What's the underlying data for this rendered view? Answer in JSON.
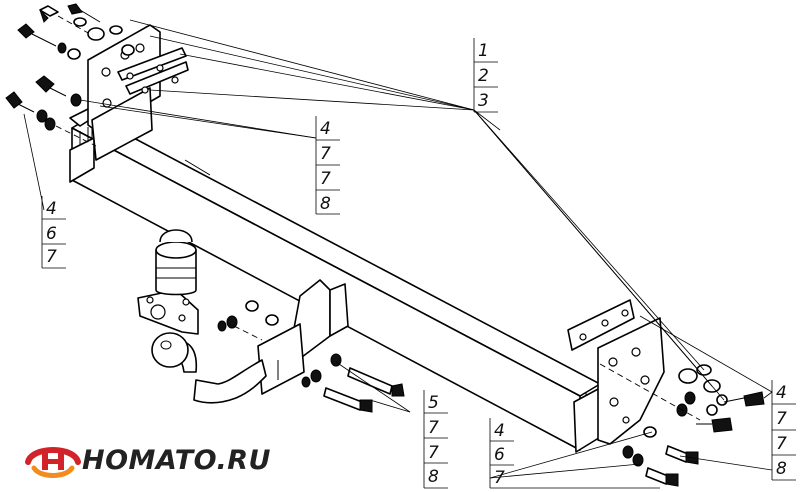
{
  "callouts": {
    "top_right": [
      "1",
      "2",
      "3"
    ],
    "center": [
      "4",
      "7",
      "7",
      "8"
    ],
    "left": [
      "4",
      "6",
      "7"
    ],
    "hitch": [
      "5",
      "7",
      "7",
      "8"
    ],
    "bottom": [
      "4",
      "6",
      "7"
    ],
    "right": [
      "4",
      "7",
      "7",
      "8"
    ]
  },
  "logo": {
    "text": "HOMATO.RU",
    "colors": {
      "red": "#d2232a",
      "orange": "#f28c1e",
      "dark": "#222222"
    }
  }
}
